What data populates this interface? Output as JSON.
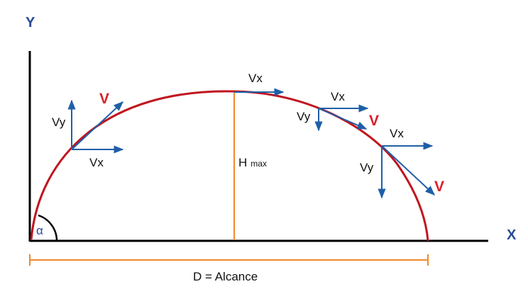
{
  "axes": {
    "y_label": "Y",
    "x_label": "X"
  },
  "angle": {
    "symbol": "α"
  },
  "height": {
    "label": "H",
    "sub": "max"
  },
  "range": {
    "label": "D = Alcance"
  },
  "vectors": {
    "vx": "Vx",
    "vy": "Vy",
    "v": "V"
  },
  "colors": {
    "trajectory": "#c0151f",
    "vector": "#1f5fa8",
    "measure": "#ee8a2e",
    "axis": "#000000",
    "axis_label": "#2a4a9a",
    "velocity_label": "#d9202a"
  }
}
